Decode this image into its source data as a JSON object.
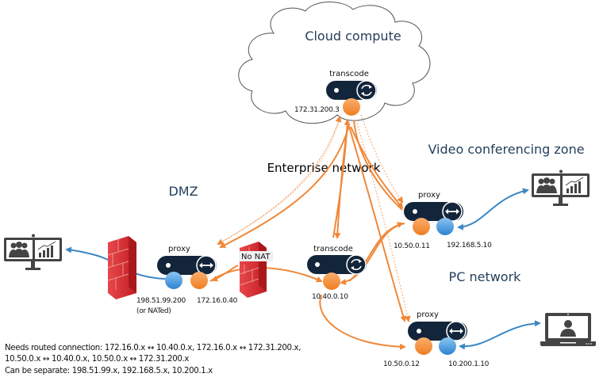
{
  "diagram": {
    "zones": {
      "cloud": "Cloud compute",
      "enterprise": "Enterprise network",
      "dmz": "DMZ",
      "video_conferencing": "Video conferencing zone",
      "pc_network": "PC network"
    },
    "nodes": {
      "cloud_transcode": {
        "label": "transcode",
        "ip": "172.31.200.3",
        "icon": "refresh-icon"
      },
      "dmz_proxy": {
        "label": "proxy",
        "ip_external": "198.51.99.200",
        "ip_external_note": "(or NATed)",
        "ip_internal": "172.16.0.40",
        "icon": "bidirectional-arrow-icon"
      },
      "enterprise_transcode": {
        "label": "transcode",
        "ip": "10.40.0.10",
        "icon": "refresh-icon"
      },
      "vc_proxy": {
        "label": "proxy",
        "ip_internal": "10.50.0.11",
        "ip_external": "192.168.5.10",
        "icon": "bidirectional-arrow-icon"
      },
      "pc_proxy": {
        "label": "proxy",
        "ip_internal": "10.50.0.12",
        "ip_external": "10.200.1.10",
        "icon": "bidirectional-arrow-icon"
      }
    },
    "firewall_note": "No NAT",
    "endpoints": [
      {
        "name": "dmz-video-endpoint",
        "icon": "video-conference-screen-icon"
      },
      {
        "name": "vc-zone-video-endpoint",
        "icon": "video-conference-screen-icon"
      },
      {
        "name": "pc-laptop-endpoint",
        "icon": "laptop-user-icon"
      }
    ],
    "colors": {
      "internal_interface": "#f28a30",
      "external_interface": "#3c8fd6",
      "device_body": "#13253a",
      "firewall": "#d42a2f",
      "zone_text": "#243f5a",
      "orange_link": "#f0883a",
      "blue_link": "#3a87c4"
    },
    "notes": [
      "Needs routed connection: 172.16.0.x ↔ 10.40.0.x, 172.16.0.x ↔ 172.31.200.x,",
      "10.50.0.x ↔ 10.40.0.x, 10.50.0.x ↔ 172.31.200.x",
      "Can be separate: 198.51.99.x, 192.168.5.x, 10.200.1.x"
    ]
  }
}
